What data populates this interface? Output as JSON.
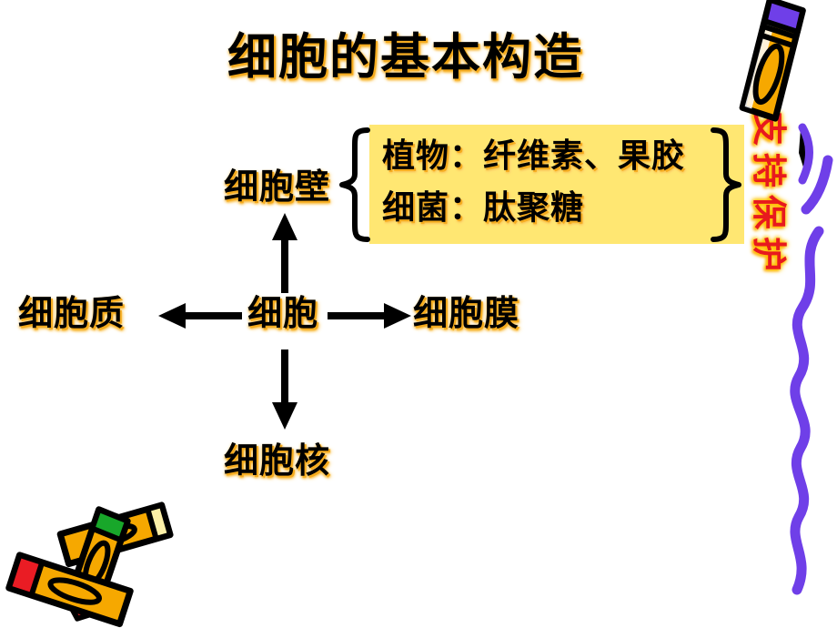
{
  "slide": {
    "title": "细胞的基本构造",
    "background_color": "#ffffff"
  },
  "diagram": {
    "center_label": "细胞",
    "nodes": {
      "cell_wall": "细胞壁",
      "cytoplasm": "细胞质",
      "cell_membrane": "细胞膜",
      "nucleus": "细胞核"
    },
    "arrows": [
      {
        "name": "arrow-up",
        "from": "细胞",
        "to": "细胞壁"
      },
      {
        "name": "arrow-down",
        "from": "细胞",
        "to": "细胞核"
      },
      {
        "name": "arrow-left",
        "from": "细胞",
        "to": "细胞质"
      },
      {
        "name": "arrow-right",
        "from": "细胞",
        "to": "细胞膜"
      }
    ]
  },
  "callout": {
    "background_color": "#ffe772",
    "lines": [
      "植物：纤维素、果胶",
      "细菌：肽聚糖"
    ],
    "left_brace": "{",
    "right_brace": "}"
  },
  "vertical_label": {
    "text": "支持保护",
    "chars": [
      "支",
      "持",
      "保",
      "护"
    ],
    "color": "#e8191e",
    "glow_color": "#ffc000"
  },
  "decorations": {
    "crayon_top_right": "crayon-orange-purple-tip",
    "crayons_bottom_left": "three-crossed-crayons",
    "squiggle_right": "purple-wavy-scribble"
  },
  "colors": {
    "text": "#000000",
    "text_glow": "#f5ab1e",
    "callout_yellow": "#ffe772",
    "accent_red": "#e8191e",
    "accent_purple": "#6f3fe8",
    "crayon_orange": "#f6a800"
  }
}
